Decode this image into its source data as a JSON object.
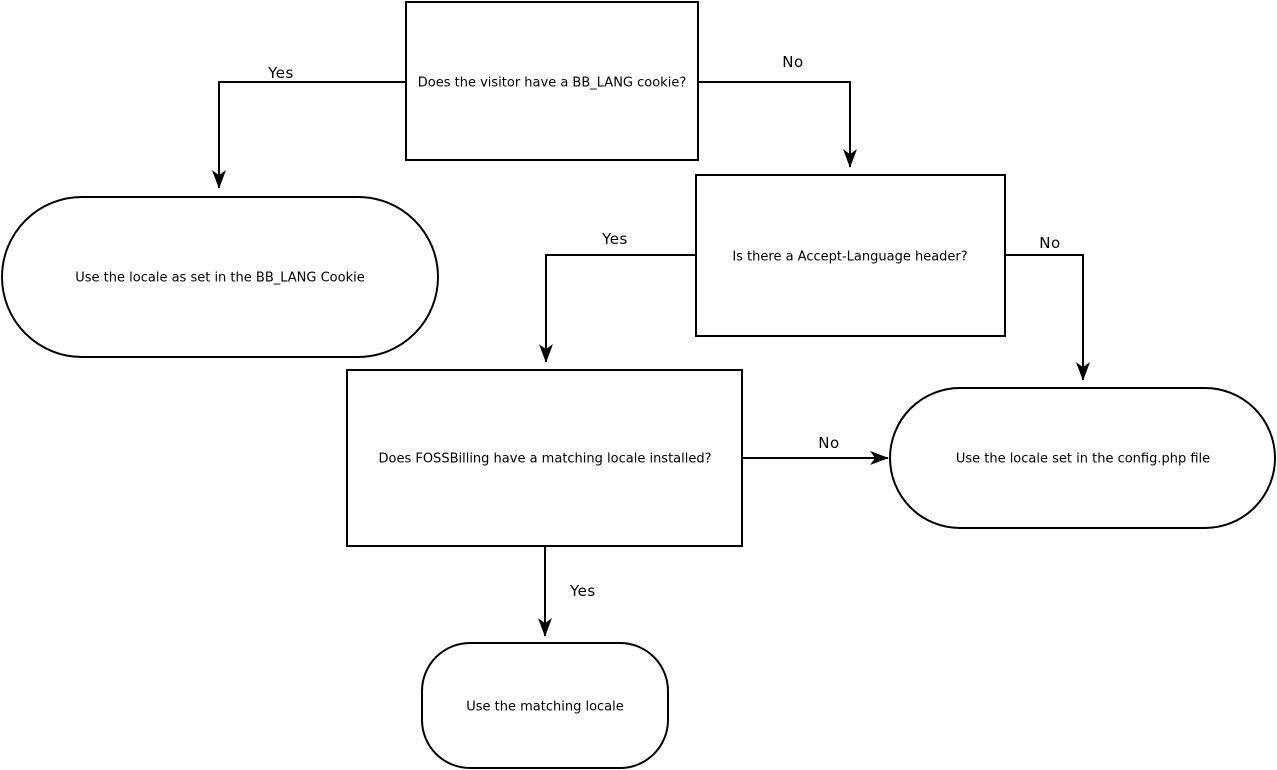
{
  "diagram": {
    "type": "flowchart",
    "background_color": "#ffffff",
    "line_color": "#000000",
    "text_color": "#000000",
    "nodes": {
      "cookie_question": {
        "label": "Does the visitor have a BB_LANG cookie?",
        "shape": "rectangle",
        "role": "decision"
      },
      "cookie_result": {
        "label": "Use the locale as set in the BB_LANG Cookie",
        "shape": "stadium",
        "role": "terminal"
      },
      "header_question": {
        "label": "Is there a Accept-Language header?",
        "shape": "rectangle",
        "role": "decision"
      },
      "locale_question": {
        "label": "Does FOSSBilling have a matching locale installed?",
        "shape": "rectangle",
        "role": "decision"
      },
      "config_result": {
        "label": "Use the locale set in the config.php file",
        "shape": "stadium",
        "role": "terminal"
      },
      "matching_result": {
        "label": "Use the matching locale",
        "shape": "stadium",
        "role": "terminal"
      }
    },
    "edges": {
      "cookie_yes": {
        "label": "Yes",
        "from": "cookie_question",
        "to": "cookie_result"
      },
      "cookie_no": {
        "label": "No",
        "from": "cookie_question",
        "to": "header_question"
      },
      "header_yes": {
        "label": "Yes",
        "from": "header_question",
        "to": "locale_question"
      },
      "header_no": {
        "label": "No",
        "from": "header_question",
        "to": "config_result"
      },
      "locale_no": {
        "label": "No",
        "from": "locale_question",
        "to": "config_result"
      },
      "locale_yes": {
        "label": "Yes",
        "from": "locale_question",
        "to": "matching_result"
      }
    }
  }
}
